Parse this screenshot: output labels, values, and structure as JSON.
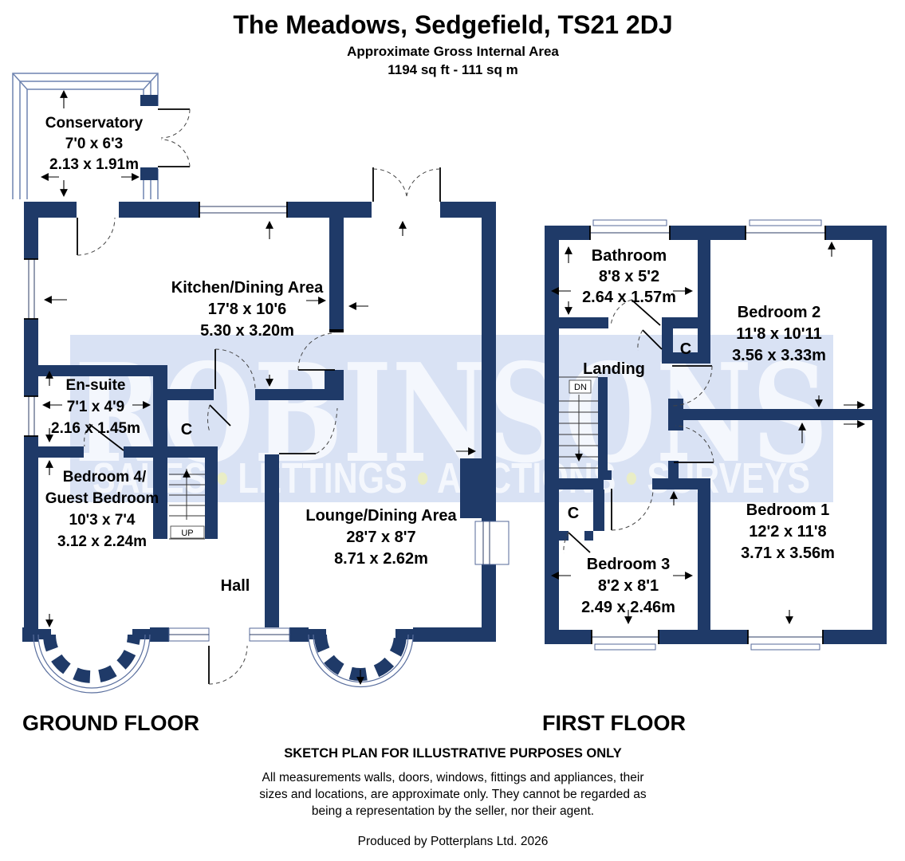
{
  "header": {
    "title": "The Meadows, Sedgefield, TS21 2DJ",
    "subtitle": "Approximate Gross Internal Area",
    "area": "1194 sq ft - 111 sq m"
  },
  "watermark": {
    "name": "ROBINSONS",
    "tagline_parts": [
      "SALES",
      "•",
      "LETTINGS",
      "•",
      "AUCTIONS",
      "•",
      "SURVEYS"
    ]
  },
  "ground_floor": {
    "label": "GROUND FLOOR",
    "rooms": {
      "conservatory": {
        "name": "Conservatory",
        "imperial": "7'0 x 6'3",
        "metric": "2.13 x 1.91m"
      },
      "kitchen": {
        "name": "Kitchen/Dining Area",
        "imperial": "17'8 x 10'6",
        "metric": "5.30 x 3.20m"
      },
      "ensuite": {
        "name": "En-suite",
        "imperial": "7'1 x 4'9",
        "metric": "2.16 x 1.45m"
      },
      "bedroom4": {
        "name_line1": "Bedroom 4/",
        "name_line2": "Guest Bedroom",
        "imperial": "10'3 x 7'4",
        "metric": "3.12 x 2.24m"
      },
      "lounge": {
        "name": "Lounge/Dining Area",
        "imperial": "28'7 x 8'7",
        "metric": "8.71 x 2.62m"
      },
      "hall": {
        "name": "Hall"
      }
    },
    "cupboard": "C",
    "stairs": "UP"
  },
  "first_floor": {
    "label": "FIRST FLOOR",
    "rooms": {
      "bathroom": {
        "name": "Bathroom",
        "imperial": "8'8 x 5'2",
        "metric": "2.64 x 1.57m"
      },
      "bedroom2": {
        "name": "Bedroom 2",
        "imperial": "11'8 x 10'11",
        "metric": "3.56 x 3.33m"
      },
      "landing": {
        "name": "Landing"
      },
      "bedroom3": {
        "name": "Bedroom 3",
        "imperial": "8'2 x 8'1",
        "metric": "2.49 x 2.46m"
      },
      "bedroom1": {
        "name": "Bedroom 1",
        "imperial": "12'2 x 11'8",
        "metric": "3.71 x 3.56m"
      }
    },
    "cupboard_top": "C",
    "cupboard_bottom": "C",
    "stairs": "DN"
  },
  "footer": {
    "disclaimer_title": "SKETCH PLAN FOR ILLUSTRATIVE PURPOSES ONLY",
    "disclaimer_line1": "All measurements walls, doors, windows, fittings and appliances, their",
    "disclaimer_line2": "sizes and locations, are approximate only. They cannot be regarded as",
    "disclaimer_line3": "being a representation by the seller, nor their agent.",
    "credit": "Produced by Potterplans Ltd. 2026"
  },
  "colors": {
    "wall": "#1f3a68",
    "band": "#d9e2f4",
    "wm_text": "#f4f7fd",
    "wm_bullet": "#e9edc6"
  }
}
